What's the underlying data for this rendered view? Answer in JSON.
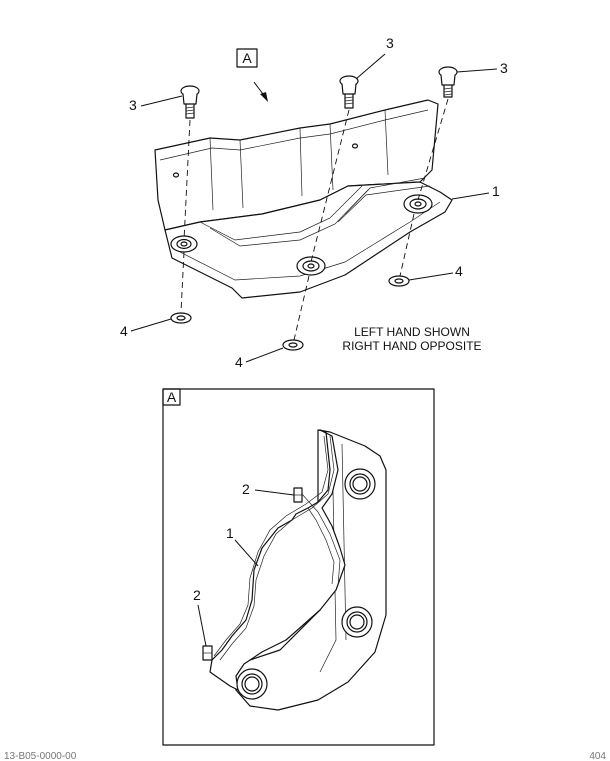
{
  "view_label": "A",
  "callouts": {
    "bolt": "3",
    "bracket": "1",
    "washer": "4",
    "nut": "2"
  },
  "note_lines": [
    "LEFT HAND SHOWN",
    "RIGHT HAND OPPOSITE"
  ],
  "detail_label": "A",
  "footer_left": "13-B05-0000-00",
  "footer_right": "404"
}
